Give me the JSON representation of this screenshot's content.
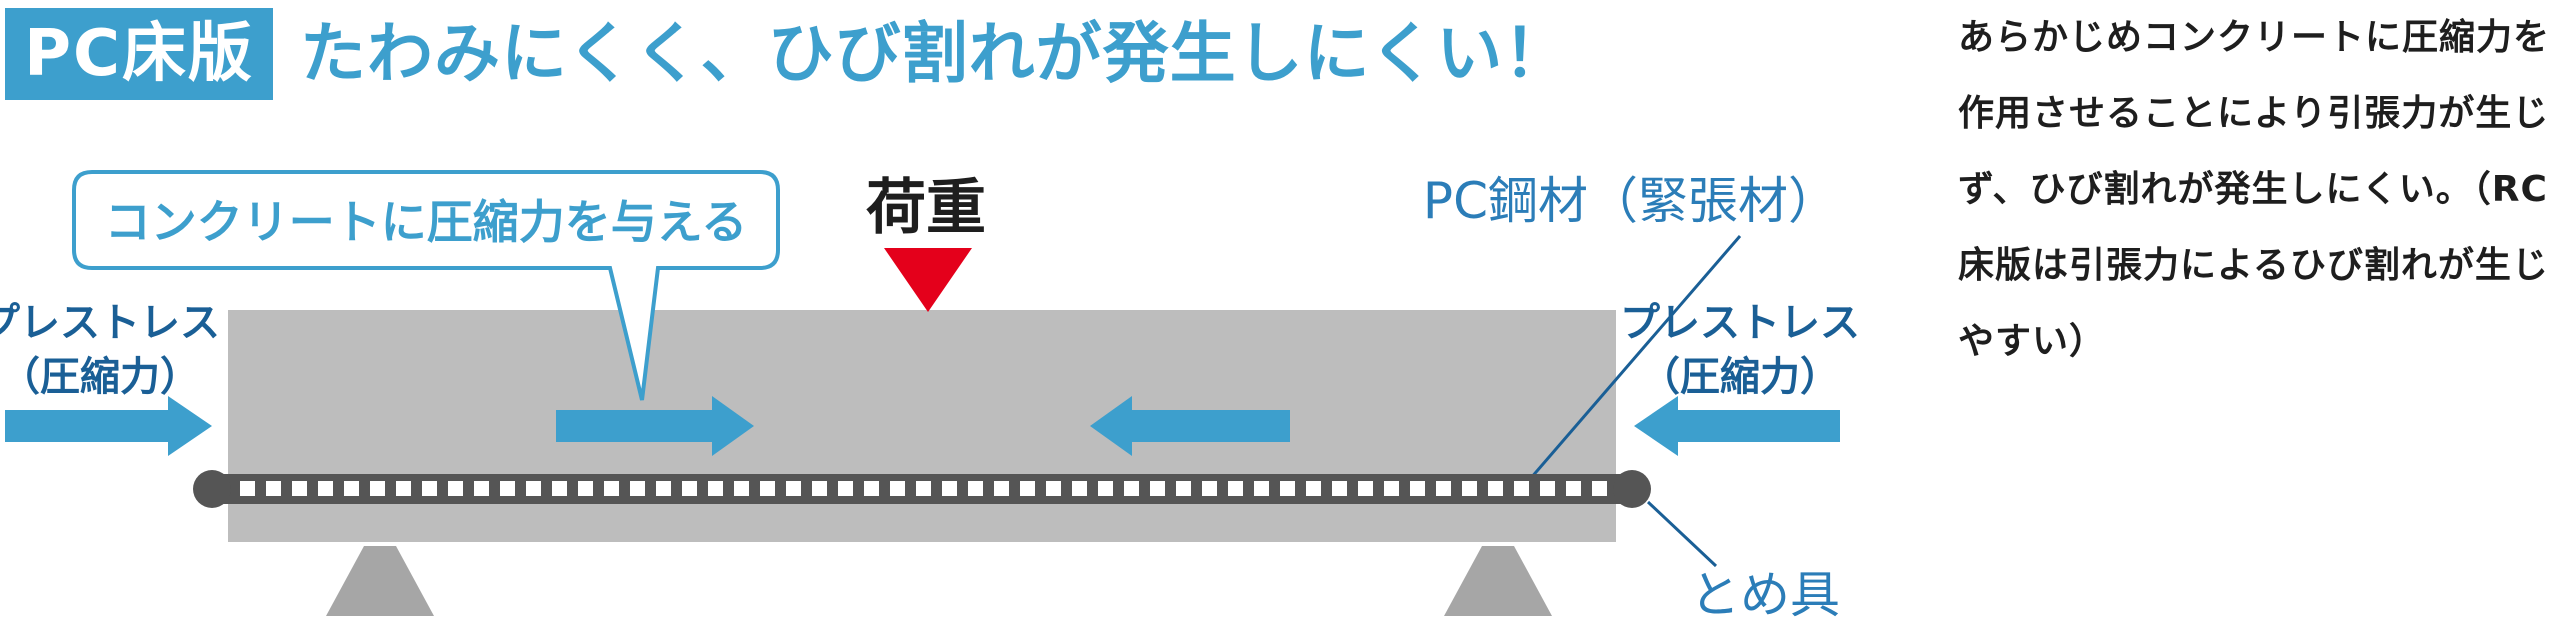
{
  "header": {
    "badge": "PC床版",
    "headline": "たわみにくく、ひび割れが発生しにくい！"
  },
  "diagram": {
    "callout": "コンクリートに圧縮力を与える",
    "load_label": "荷重",
    "tendon_label": "PC鋼材（緊張材）",
    "prestress_left_line1": "プレストレス",
    "prestress_left_line2": "（圧縮力）",
    "prestress_right_line1": "プレストレス",
    "prestress_right_line2": "（圧縮力）",
    "anchor_label": "とめ具"
  },
  "side_note": {
    "text": "あらかじめコンクリートに圧縮力を作用させることにより引張力が生じず、ひび割れが発生しにくい。（RC床版は引張力によるひび割れが生じやすい）"
  },
  "colors": {
    "accent_blue": "#3d9fcd",
    "label_blue": "#2b7db8",
    "dark_blue": "#1a5f96",
    "slab_gray": "#bdbdbd",
    "tendon_dark": "#555555",
    "load_red": "#e4001b",
    "support_gray": "#a6a6a6"
  }
}
